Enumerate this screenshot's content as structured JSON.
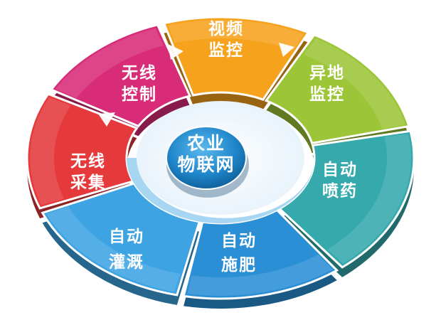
{
  "hub": {
    "line1": "农业",
    "line2": "物联网",
    "color": "#1f86c9"
  },
  "segments": [
    {
      "id": "video-monitor",
      "line1": "视频",
      "line2": "监控",
      "color": "#f6a21c"
    },
    {
      "id": "remote-monitor",
      "line1": "异地",
      "line2": "监控",
      "color": "#9cc537"
    },
    {
      "id": "auto-spray",
      "line1": "自动",
      "line2": "喷药",
      "color": "#36a9ad"
    },
    {
      "id": "auto-fertilize",
      "line1": "自动",
      "line2": "施肥",
      "color": "#2b8fd6"
    },
    {
      "id": "auto-irrigate",
      "line1": "自动",
      "line2": "灌溉",
      "color": "#3ea3e2"
    },
    {
      "id": "wireless-collect",
      "line1": "无线",
      "line2": "采集",
      "color": "#e5393c"
    },
    {
      "id": "wireless-control",
      "line1": "无线",
      "line2": "控制",
      "color": "#d92c78"
    }
  ]
}
